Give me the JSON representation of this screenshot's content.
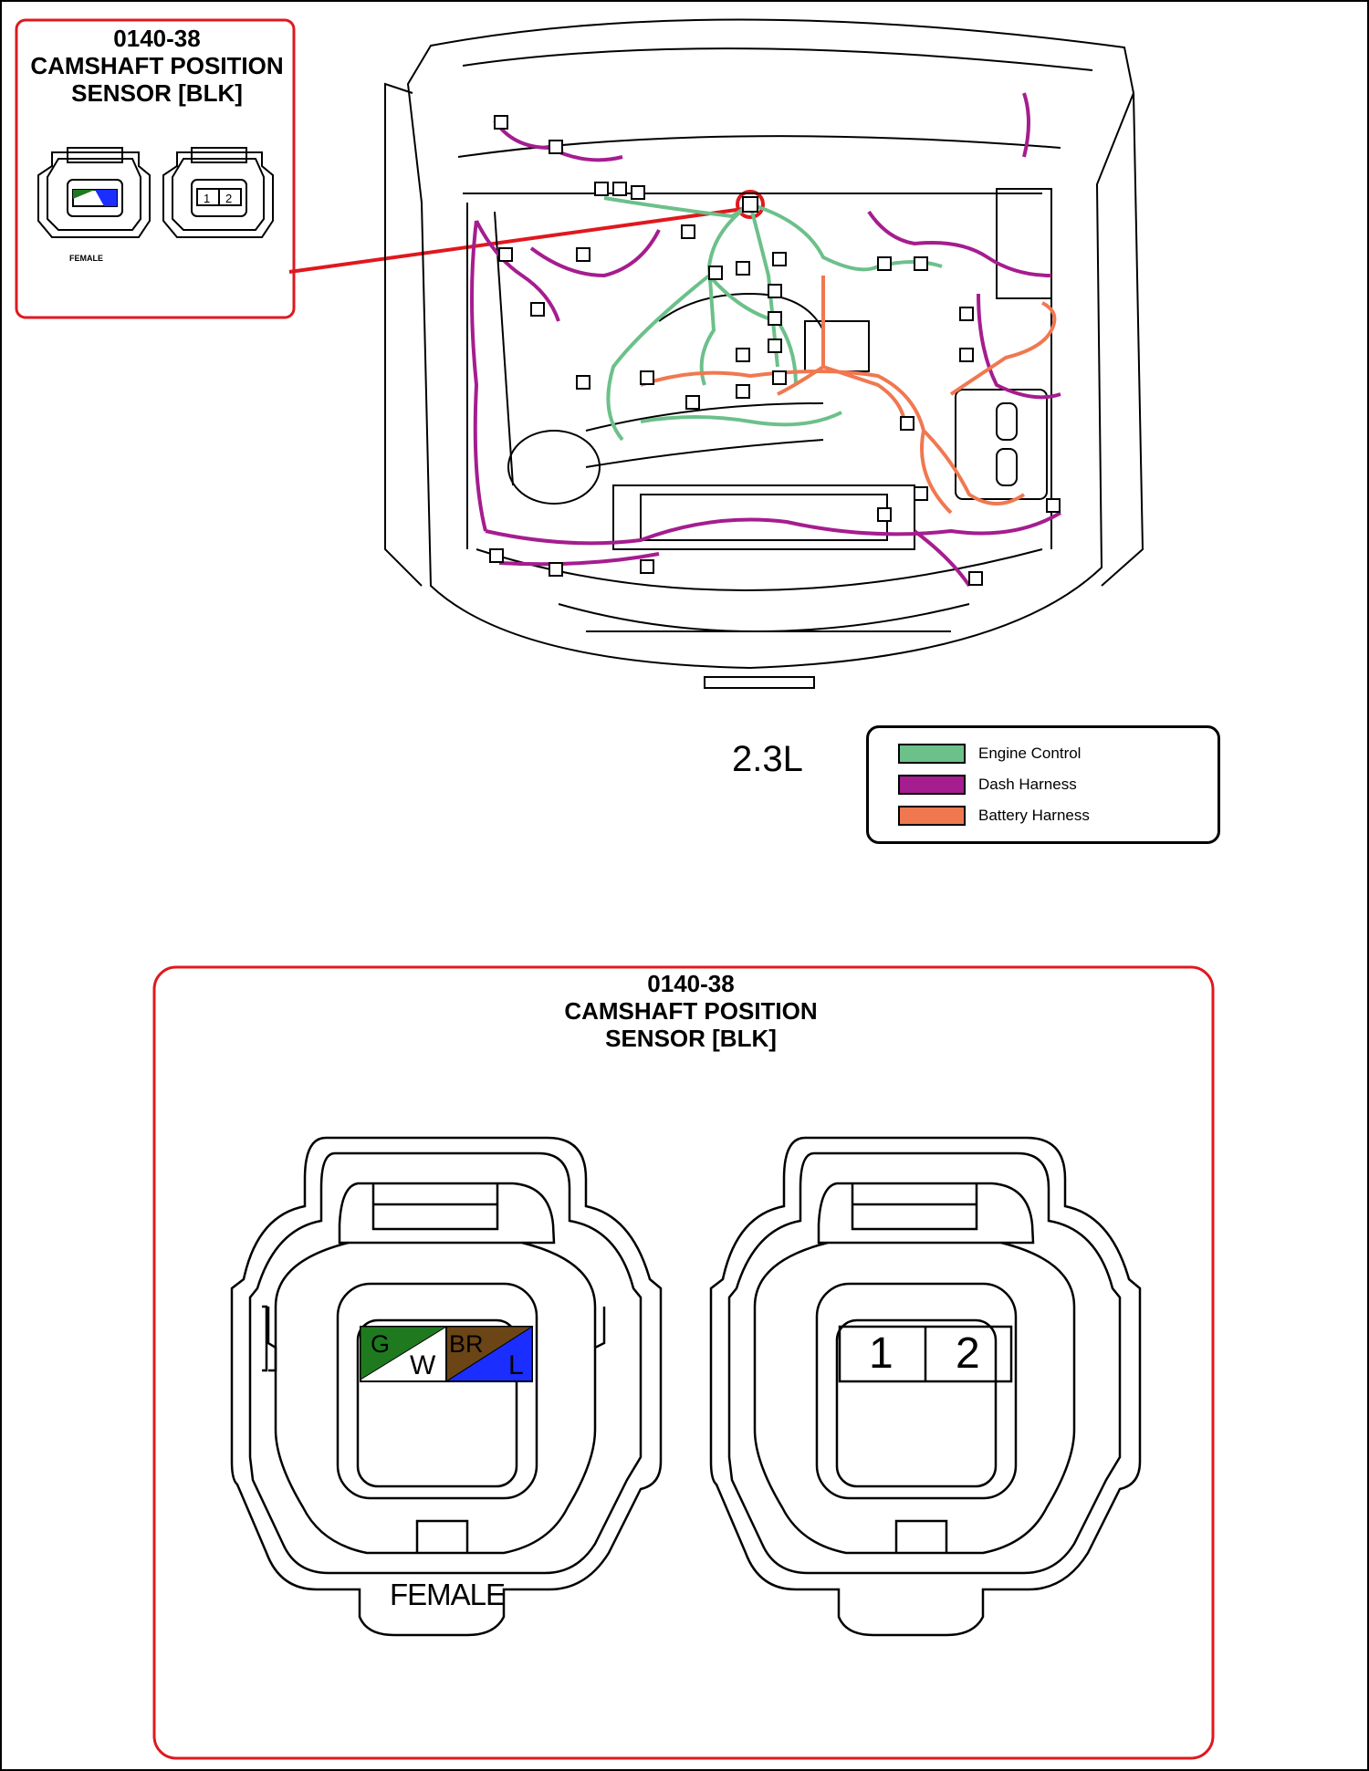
{
  "connector": {
    "code": "0140-38",
    "name_line1": "CAMSHAFT POSITION",
    "name_line2": "SENSOR [BLK]",
    "name_thumb_line2": "SENSOR [BLK]",
    "gender": "FEMALE"
  },
  "engine": "2.3L",
  "legend": [
    {
      "label": "Engine Control",
      "color": "#6cc08a"
    },
    {
      "label": "Dash Harness",
      "color": "#a51d8f"
    },
    {
      "label": "Battery Harness",
      "color": "#f07850"
    }
  ],
  "wire_face": {
    "pins": [
      {
        "color_code": "G",
        "color": "#1f7a1f"
      },
      {
        "color_code": "W",
        "color": "#ffffff"
      },
      {
        "color_code": "BR",
        "color": "#6b4516"
      },
      {
        "color_code": "L",
        "color": "#1a2eff"
      }
    ]
  },
  "pin_face": {
    "pins": [
      "1",
      "2"
    ]
  },
  "colors": {
    "callout_red": "#e0181e"
  }
}
